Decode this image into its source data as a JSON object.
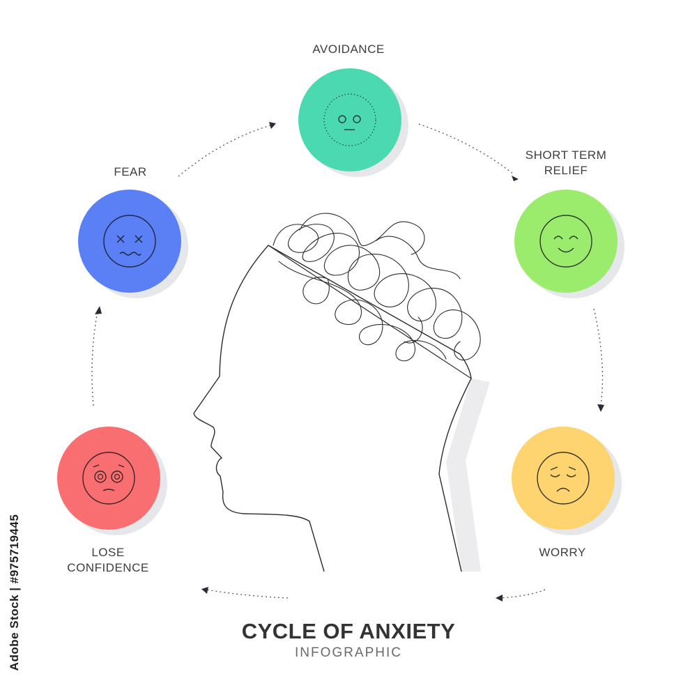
{
  "title": "CYCLE OF ANXIETY",
  "subtitle": "INFOGRAPHIC",
  "stock_id": "Adobe Stock | #975719445",
  "stages": [
    {
      "id": "avoidance",
      "label_lines": [
        "AVOIDANCE"
      ],
      "color": "#4bd9b1",
      "face": "neutral-face-icon"
    },
    {
      "id": "short-term-relief",
      "label_lines": [
        "SHORT TERM",
        "RELIEF"
      ],
      "color": "#9beb6c",
      "face": "smiling-face-icon"
    },
    {
      "id": "worry",
      "label_lines": [
        "WORRY"
      ],
      "color": "#fdd46f",
      "face": "sad-face-icon"
    },
    {
      "id": "lose-confidence",
      "label_lines": [
        "LOSE",
        "CONFIDENCE"
      ],
      "color": "#f96e70",
      "face": "pleading-face-icon"
    },
    {
      "id": "fear",
      "label_lines": [
        "FEAR"
      ],
      "color": "#5b7ff5",
      "face": "dizzy-face-icon"
    }
  ]
}
